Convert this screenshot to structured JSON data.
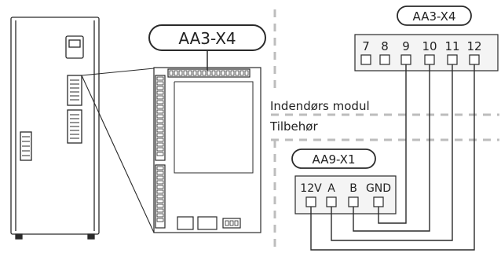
{
  "callouts": {
    "main_board": "AA3-X4",
    "top_right": "AA3-X4",
    "accessory": "AA9-X1"
  },
  "zones": {
    "indoor": "Indendørs modul",
    "accessory": "Tilbehør"
  },
  "terminals_aa3": [
    "7",
    "8",
    "9",
    "10",
    "11",
    "12"
  ],
  "terminals_aa9": [
    "12V",
    "A",
    "B",
    "GND"
  ],
  "colors": {
    "line": "#2a2a2a",
    "dashed": "#bdbdbd",
    "terminal_fill": "#f4f4f4"
  }
}
